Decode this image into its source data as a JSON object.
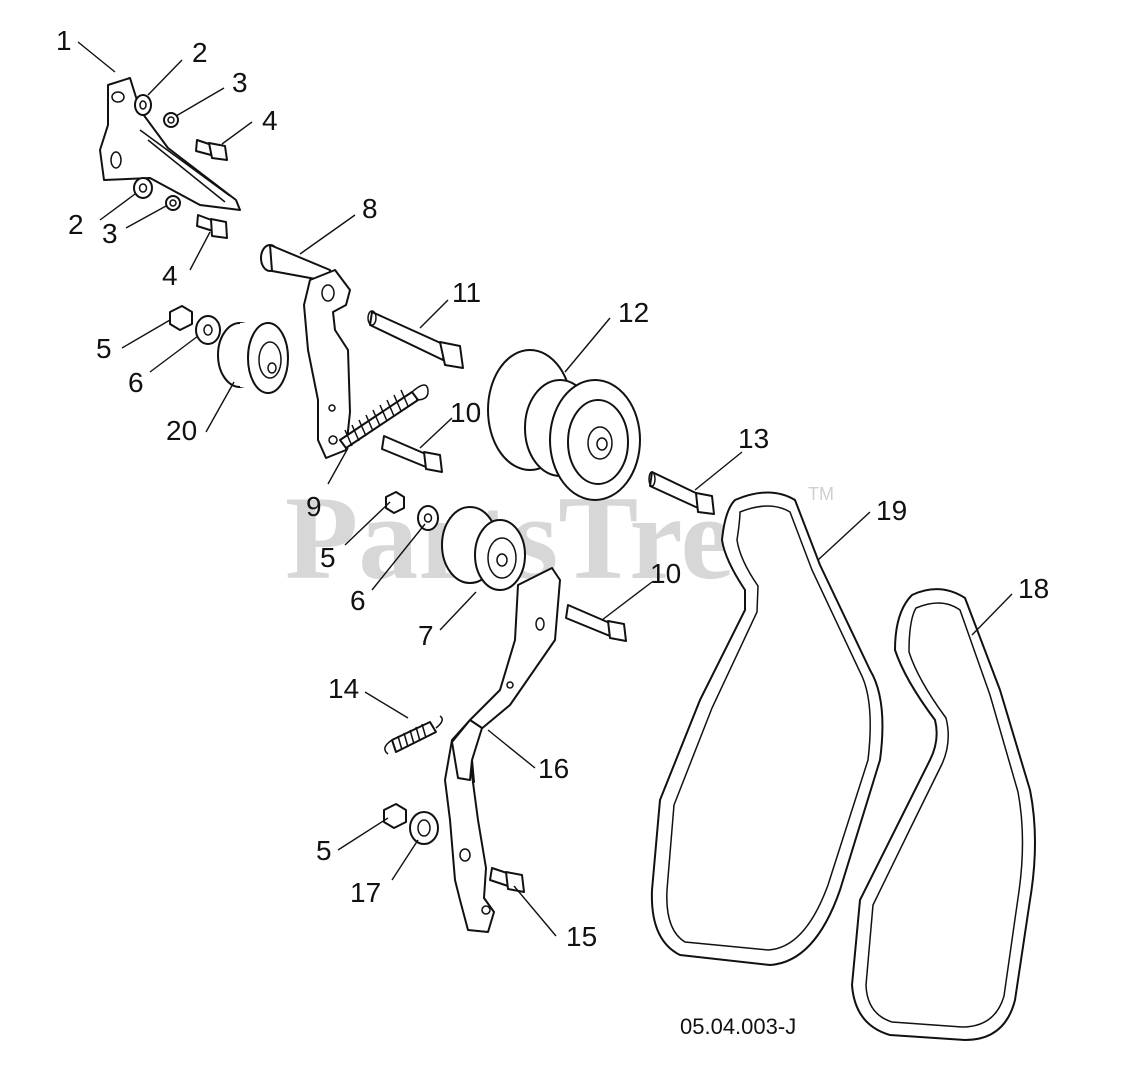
{
  "watermark": {
    "text": "PartsTree",
    "trademark": "TM"
  },
  "drawing_code": "05.04.003-J",
  "callouts": {
    "c1": "1",
    "c2a": "2",
    "c2b": "2",
    "c3a": "3",
    "c3b": "3",
    "c4a": "4",
    "c4b": "4",
    "c5a": "5",
    "c5b": "5",
    "c5c": "5",
    "c6a": "6",
    "c6b": "6",
    "c7": "7",
    "c8": "8",
    "c9": "9",
    "c10a": "10",
    "c10b": "10",
    "c11": "11",
    "c12": "12",
    "c13": "13",
    "c14": "14",
    "c15": "15",
    "c16": "16",
    "c17": "17",
    "c18": "18",
    "c19": "19",
    "c20": "20"
  }
}
